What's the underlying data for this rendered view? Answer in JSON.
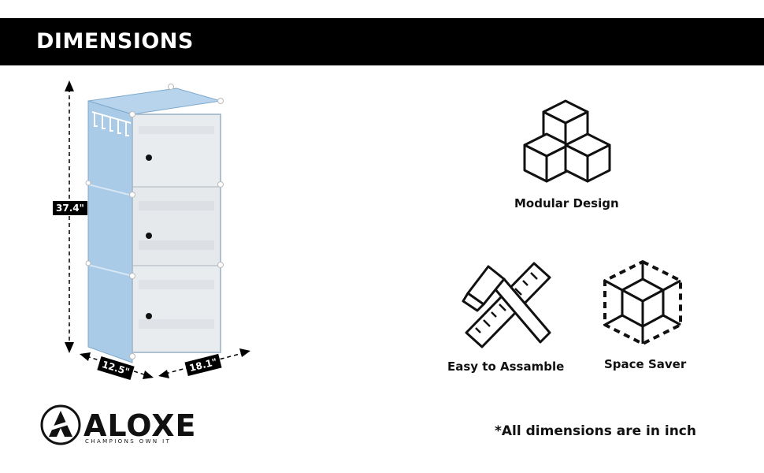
{
  "banner": {
    "title": "DIMENSIONS"
  },
  "dimensions": {
    "height": "37.4\"",
    "depth": "12.5\"",
    "width": "18.1\""
  },
  "features": [
    {
      "label": "Modular Design",
      "icon": "cubes-icon"
    },
    {
      "label": "Easy to Assamble",
      "icon": "hammer-ruler-icon"
    },
    {
      "label": "Space Saver",
      "icon": "space-saver-icon"
    }
  ],
  "brand": {
    "name": "ALOXE",
    "tagline": "CHAMPIONS OWN IT"
  },
  "note": "*All dimensions are in inch",
  "colors": {
    "banner": "#000000",
    "panel": "#a9cbe8",
    "door": "#e9ecef"
  }
}
